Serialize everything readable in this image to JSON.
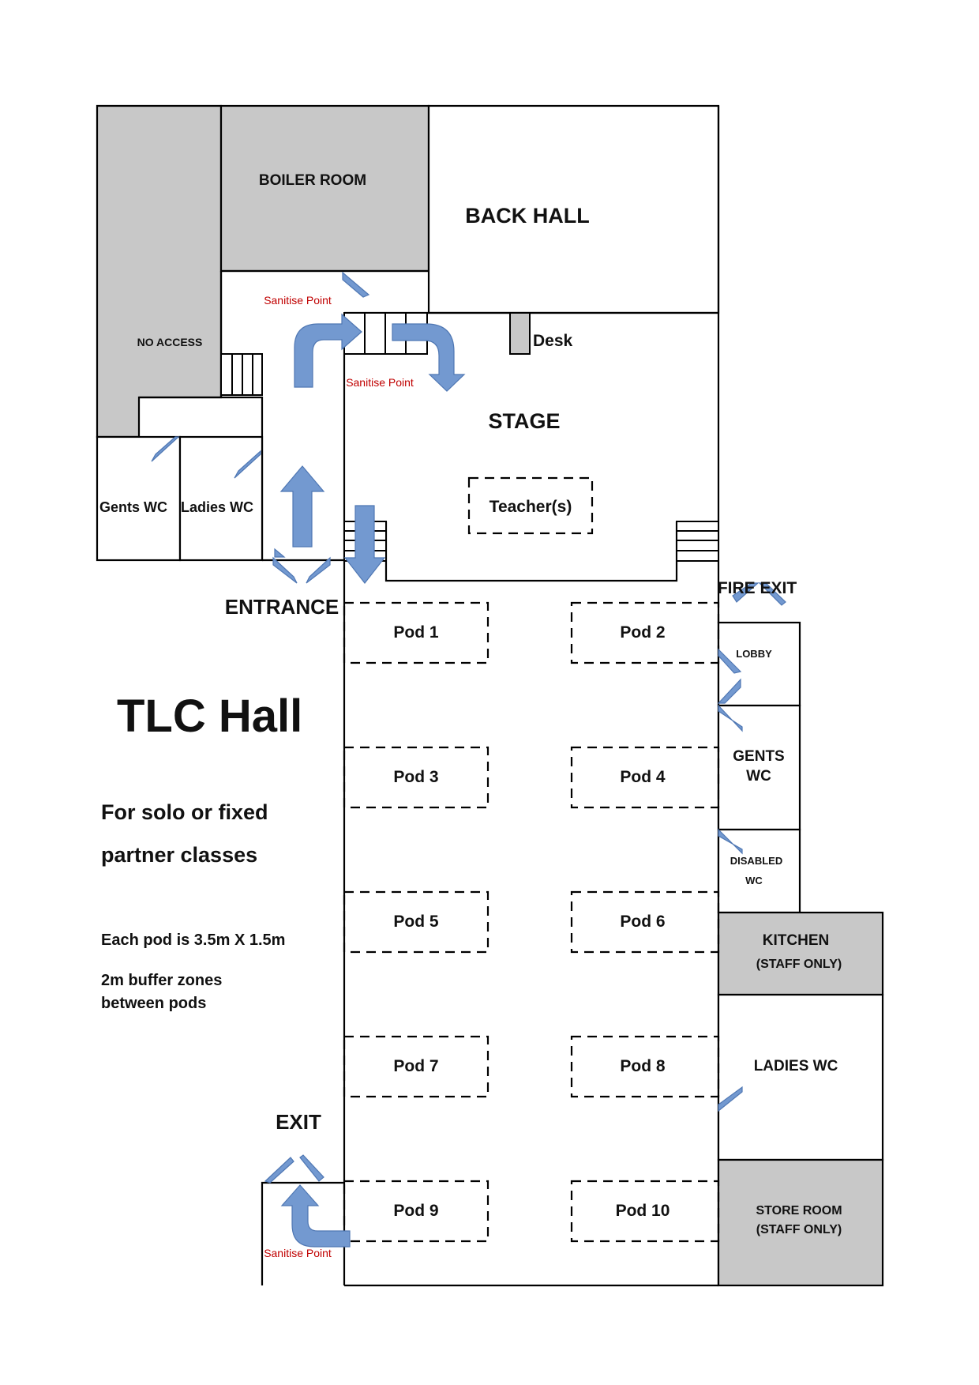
{
  "title": "TLC Hall",
  "subtitle_line1": "For solo or fixed",
  "subtitle_line2": "partner classes",
  "note_pod_size": "Each pod is 3.5m X 1.5m",
  "note_buffer_line1": "2m buffer zones",
  "note_buffer_line2": "between pods",
  "rooms": {
    "boiler_room": "BOILER ROOM",
    "back_hall": "BACK HALL",
    "no_access": "NO ACCESS",
    "stage": "STAGE",
    "desk": "Desk",
    "teacher": "Teacher(s)",
    "gents_wc_left": "Gents WC",
    "ladies_wc_left": "Ladies WC",
    "lobby": "LOBBY",
    "gents_wc_right_line1": "GENTS",
    "gents_wc_right_line2": "WC",
    "disabled_wc_line1": "DISABLED",
    "disabled_wc_line2": "WC",
    "kitchen_line1": "KITCHEN",
    "kitchen_line2": "(STAFF ONLY)",
    "ladies_wc_right": "LADIES WC",
    "store_room_line1": "STORE ROOM",
    "store_room_line2": "(STAFF ONLY)"
  },
  "labels": {
    "entrance": "ENTRANCE",
    "exit": "EXIT",
    "fire_exit": "FIRE EXIT",
    "sanitise_1": "Sanitise Point",
    "sanitise_2": "Sanitise Point",
    "sanitise_3": "Sanitise Point"
  },
  "pods": [
    "Pod 1",
    "Pod 2",
    "Pod 3",
    "Pod 4",
    "Pod 5",
    "Pod 6",
    "Pod 7",
    "Pod 8",
    "Pod 9",
    "Pod 10"
  ],
  "colors": {
    "arrow": "#7399d0",
    "grey_room": "#c8c8c8",
    "sanitise_text": "#c00000"
  }
}
